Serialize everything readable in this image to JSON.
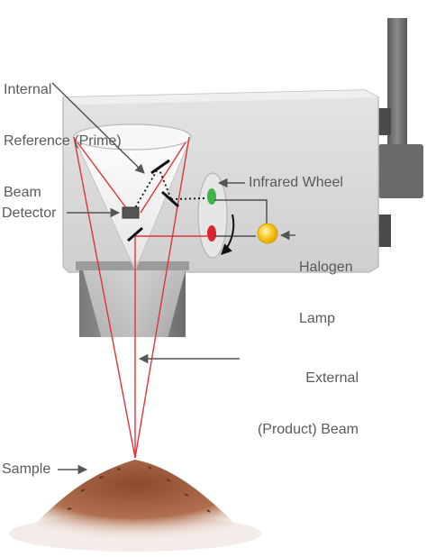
{
  "labels": {
    "internal_reference_line1": "Internal",
    "internal_reference_line2": "Reference (Prime)",
    "internal_reference_line3": "Beam",
    "detector": "Detector",
    "infrared_wheel": "Infrared Wheel",
    "halogen_lamp_line1": "Halogen",
    "halogen_lamp_line2": "Lamp",
    "external_beam_line1": "External",
    "external_beam_line2": "(Product) Beam",
    "sample": "Sample"
  },
  "colors": {
    "housing": "#d9d9d9",
    "housing_edge": "#bdbdbd",
    "lower_body": "#8a8a8a",
    "post": "#6e6e6e",
    "beam": "#e0343a",
    "filter_green": "#3cb44a",
    "filter_red": "#d9262e",
    "lamp": "#f7c51a",
    "sample": "#a45a3a",
    "text": "#5a5a5a",
    "leader": "#555555"
  }
}
